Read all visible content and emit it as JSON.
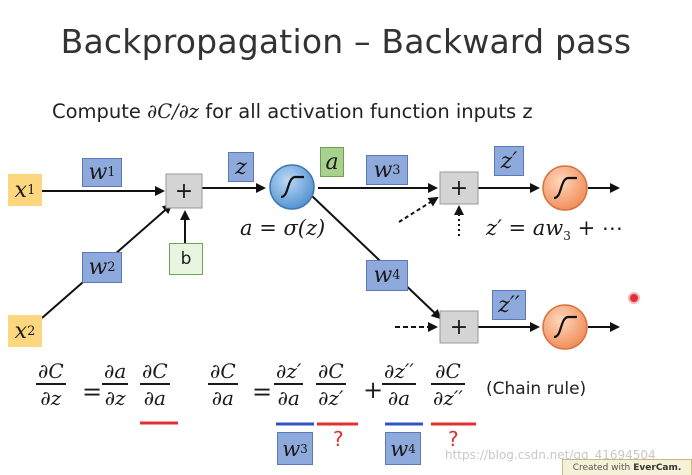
{
  "slide": {
    "title": "Backpropagation – Backward pass",
    "subtitle_prefix": "Compute ",
    "subtitle_math": "∂C/∂z",
    "subtitle_suffix": " for all activation function inputs z"
  },
  "network": {
    "x1": "x",
    "x1_sub": "1",
    "x2": "x",
    "x2_sub": "2",
    "w1": "w",
    "w1_sub": "1",
    "w2": "w",
    "w2_sub": "2",
    "w3": "w",
    "w3_sub": "3",
    "w4": "w",
    "w4_sub": "4",
    "z": "z",
    "a": "a",
    "z_prime": "z′",
    "z_double_prime": "z′′",
    "bias": "b",
    "plus": "+",
    "a_equation": "a = σ(z)",
    "z_prime_equation_lhs": "z′ = aw",
    "z_prime_equation_sub": "3",
    "z_prime_equation_rhs": " + ⋯"
  },
  "equations": {
    "eq1_lhs_num": "∂C",
    "eq1_lhs_den": "∂z",
    "eq1_equals": "=",
    "eq1_t1_num": "∂a",
    "eq1_t1_den": "∂z",
    "eq1_t2_num": "∂C",
    "eq1_t2_den": "∂a",
    "eq2_lhs_num": "∂C",
    "eq2_lhs_den": "∂a",
    "eq2_equals": "=",
    "eq2_t1_num": "∂z′",
    "eq2_t1_den": "∂a",
    "eq2_t2_num": "∂C",
    "eq2_t2_den": "∂z′",
    "eq2_plus": "+",
    "eq2_t3_num": "∂z′′",
    "eq2_t3_den": "∂a",
    "eq2_t4_num": "∂C",
    "eq2_t4_den": "∂z′′",
    "chain_rule": "(Chain rule)",
    "w3_answer": "w",
    "w3_answer_sub": "3",
    "w4_answer": "w",
    "w4_answer_sub": "4",
    "question_1": "?",
    "question_2": "?"
  },
  "overlay": {
    "watermark": "https://blog.csdn.net/qq_41694504",
    "badge_prefix": "Created with",
    "badge_brand": "EverCam."
  },
  "colors": {
    "weight_box": "#8ea9db",
    "input_box": "#fcd77f",
    "activation_box": "#a9d18e",
    "neuron_blue": "#5b9bd5",
    "neuron_orange": "#f4a582",
    "underline_red": "#e03030",
    "underline_blue": "#2f55c4"
  }
}
